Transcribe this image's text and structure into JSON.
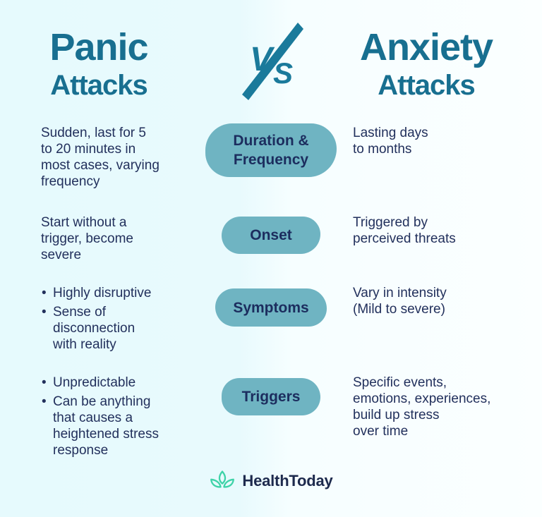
{
  "header": {
    "panic_title_line1": "Panic",
    "panic_title_line2": "Attacks",
    "vs": {
      "v": "V",
      "s": "S"
    },
    "vs_icon": "lightning-slash-icon",
    "anxiety_title_line1": "Anxiety",
    "anxiety_title_line2": "Attacks"
  },
  "rows": [
    {
      "category": "Duration &\nFrequency",
      "panic": "Sudden, last for 5\nto 20 minutes in\nmost cases, varying\nfrequency",
      "anxiety": "Lasting days\nto months"
    },
    {
      "category": "Onset",
      "panic": "Start without a\ntrigger, become\nsevere",
      "anxiety": "Triggered by\nperceived threats"
    },
    {
      "category": "Symptoms",
      "panic_bullets": [
        "Highly disruptive",
        "Sense of\ndisconnection\nwith reality"
      ],
      "anxiety": "Vary in intensity\n(Mild to severe)"
    },
    {
      "category": "Triggers",
      "panic_bullets": [
        "Unpredictable",
        "Can be anything\nthat causes a\nheightened stress\nresponse"
      ],
      "anxiety": "Specific events,\nemotions, experiences,\nbuild up stress\nover time"
    }
  ],
  "footer": {
    "brand": "HealthToday",
    "icon": "lotus-icon"
  },
  "colors": {
    "title_teal": "#186f90",
    "vs_teal": "#1a7a9b",
    "pill_fill": "#6fb4c2",
    "body_navy": "#22305c",
    "pill_text_navy": "#1c2d5e",
    "brand_navy": "#1d2a4d",
    "brand_mint": "#3ed3a8",
    "bg_left": "#e6fafd",
    "bg_right": "#fbffff"
  }
}
